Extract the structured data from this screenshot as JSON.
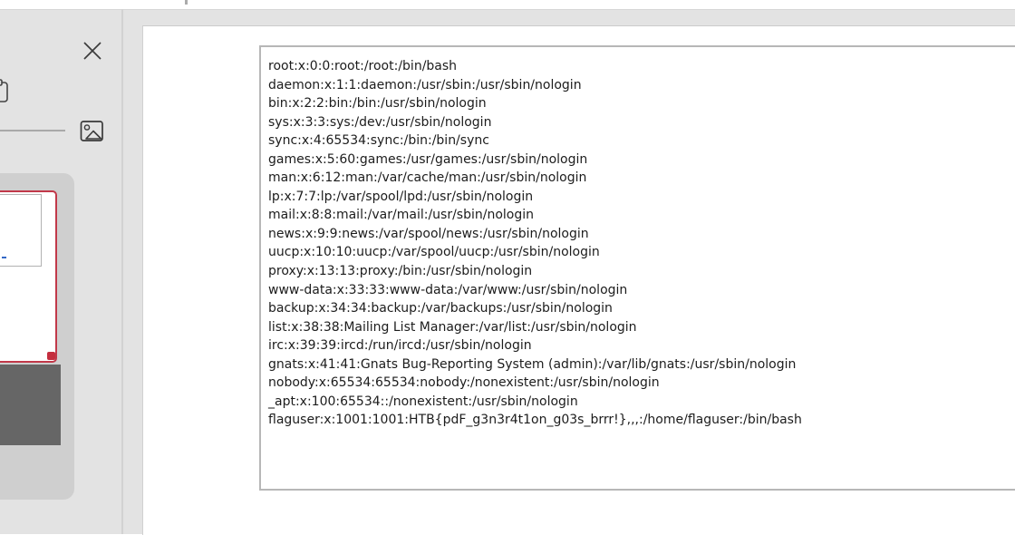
{
  "app": {
    "description_colors": {
      "sidebar_bg": "#e3e3e3",
      "slide_panel_bg": "#cfcfcf",
      "selected_slide_border": "#c13849",
      "selection_handle": "#c42e3e",
      "dark_slide_bg": "#666666",
      "textbox_border": "#b7b7b7",
      "text_color": "#1c1c1c"
    }
  },
  "sidebar": {
    "icons": {
      "close": "close-icon",
      "clipboard": "clipboard-icon",
      "insert_image": "insert-image-icon"
    }
  },
  "textbox": {
    "lines": [
      "root:x:0:0:root:/root:/bin/bash",
      "daemon:x:1:1:daemon:/usr/sbin:/usr/sbin/nologin",
      "bin:x:2:2:bin:/bin:/usr/sbin/nologin",
      "sys:x:3:3:sys:/dev:/usr/sbin/nologin",
      "sync:x:4:65534:sync:/bin:/bin/sync",
      "games:x:5:60:games:/usr/games:/usr/sbin/nologin",
      "man:x:6:12:man:/var/cache/man:/usr/sbin/nologin",
      "lp:x:7:7:lp:/var/spool/lpd:/usr/sbin/nologin",
      "mail:x:8:8:mail:/var/mail:/usr/sbin/nologin",
      "news:x:9:9:news:/var/spool/news:/usr/sbin/nologin",
      "uucp:x:10:10:uucp:/var/spool/uucp:/usr/sbin/nologin",
      "proxy:x:13:13:proxy:/bin:/usr/sbin/nologin",
      "www-data:x:33:33:www-data:/var/www:/usr/sbin/nologin",
      "backup:x:34:34:backup:/var/backups:/usr/sbin/nologin",
      "list:x:38:38:Mailing List Manager:/var/list:/usr/sbin/nologin",
      "irc:x:39:39:ircd:/run/ircd:/usr/sbin/nologin",
      "gnats:x:41:41:Gnats Bug-Reporting System (admin):/var/lib/gnats:/usr/sbin/nologin",
      "nobody:x:65534:65534:nobody:/nonexistent:/usr/sbin/nologin",
      "_apt:x:100:65534::/nonexistent:/usr/sbin/nologin",
      "flaguser:x:1001:1001:HTB{pdF_g3n3r4t1on_g03s_brrr!},,,:/home/flaguser:/bin/bash"
    ]
  }
}
